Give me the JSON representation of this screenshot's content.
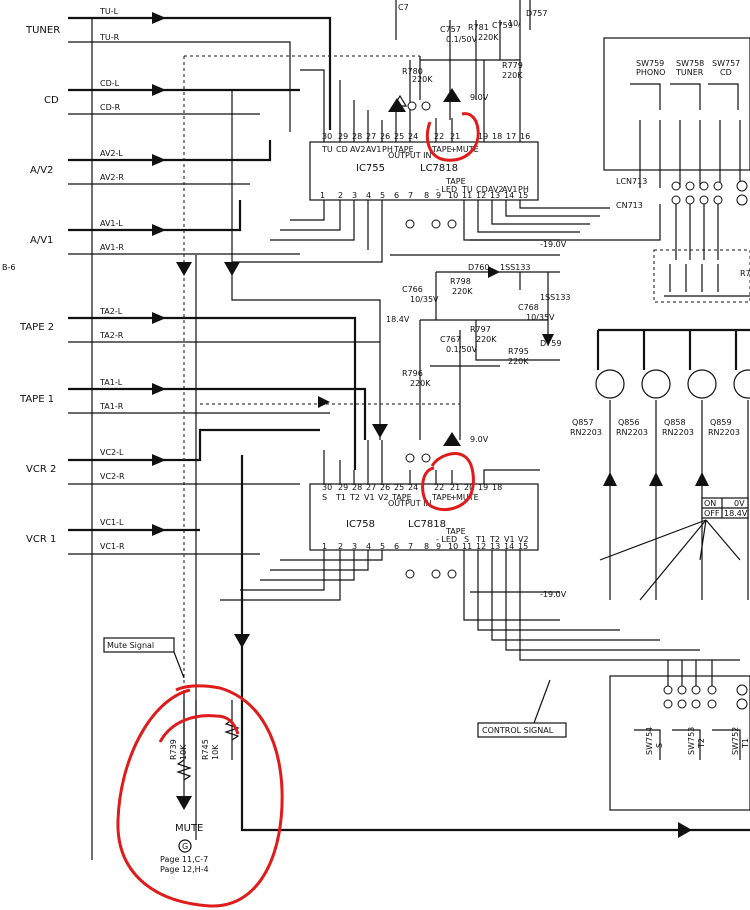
{
  "inputs": {
    "tuner": {
      "group": "TUNER",
      "l": "TU-L",
      "r": "TU-R"
    },
    "cd": {
      "group": "CD",
      "l": "CD-L",
      "r": "CD-R"
    },
    "av2": {
      "group": "A/V2",
      "l": "AV2-L",
      "r": "AV2-R"
    },
    "av1": {
      "group": "A/V1",
      "l": "AV1-L",
      "r": "AV1-R"
    },
    "tape2": {
      "group": "TAPE 2",
      "l": "TA2-L",
      "r": "TA2-R"
    },
    "tape1": {
      "group": "TAPE 1",
      "l": "TA1-L",
      "r": "TA1-R"
    },
    "vcr2": {
      "group": "VCR 2",
      "l": "VC2-L",
      "r": "VC2-R"
    },
    "vcr1": {
      "group": "VCR 1",
      "l": "VC1-L",
      "r": "VC1-R"
    }
  },
  "side_ref": "B-6",
  "ic755": {
    "name": "IC755",
    "part": "LC7818",
    "top_pins": [
      "30",
      "29",
      "28",
      "27",
      "26",
      "25",
      "24",
      "22",
      "21",
      "19",
      "18",
      "17",
      "16"
    ],
    "top_labels": [
      "TU",
      "CD",
      "AV2",
      "AV1",
      "PH",
      "TAPE",
      "",
      "TAPE",
      "+",
      "MUTE"
    ],
    "out_in": "OUTPUT IN",
    "bottom_pins": [
      "1",
      "2",
      "3",
      "4",
      "5",
      "6",
      "7",
      "8",
      "9",
      "10",
      "11",
      "12",
      "13",
      "14",
      "15"
    ],
    "bottom_labels": [
      "TAPE",
      "LED",
      "TU",
      "CD",
      "AV2",
      "AV1",
      "PH"
    ]
  },
  "ic758": {
    "name": "IC758",
    "part": "LC7818",
    "top_pins": [
      "30",
      "29",
      "28",
      "27",
      "26",
      "25",
      "24",
      "22",
      "21",
      "20",
      "19",
      "18"
    ],
    "top_labels": [
      "S",
      "T1",
      "T2",
      "V1",
      "V2",
      "TAPE",
      "",
      "TAPE",
      "+",
      "MUTE"
    ],
    "out_in": "OUTPUT IN",
    "bottom_pins": [
      "1",
      "2",
      "3",
      "4",
      "5",
      "6",
      "7",
      "8",
      "9",
      "10",
      "11",
      "12",
      "13",
      "14",
      "15"
    ],
    "bottom_labels": [
      "TAPE",
      "LED",
      "S",
      "T1",
      "T2",
      "V1",
      "V2"
    ]
  },
  "components": {
    "c757": "C757",
    "c757v": "0.1/50V",
    "r781": "R781",
    "r781v": "220K",
    "r780": "R780",
    "r780v": "220K",
    "r779": "R779",
    "r779v": "220K",
    "c759": "C759",
    "c759v": "10/",
    "d757": "D757",
    "c7": "C7",
    "d760": "D760",
    "d760v": "1SS133",
    "c766": "C766",
    "c766v": "10/35V",
    "r798": "R798",
    "r798v": "220K",
    "c768": "C768",
    "c768v": "10/35V",
    "r797": "R797",
    "r797v": "220K",
    "c767": "C767",
    "c767v": "0.1/50V",
    "r795": "R795",
    "r795v": "220K",
    "r796": "R796",
    "r796v": "220K",
    "d759": "D759",
    "d759v": "1SS133",
    "r739": "R739",
    "r739v": "10K",
    "r745": "R745",
    "r745v": "10K"
  },
  "voltages": {
    "v9a": "9.0V",
    "v9b": "9.0V",
    "vn19a": "-19.0V",
    "vn19b": "-19.0V",
    "v184": "18.4V"
  },
  "switches": {
    "sw759": "SW759",
    "sw759f": "PHONO",
    "sw758": "SW758",
    "sw758f": "TUNER",
    "sw757": "SW757",
    "sw757f": "CD",
    "sw754": "SW754",
    "sw754f": "S",
    "sw753": "SW753",
    "sw753f": "T2",
    "sw752": "SW752",
    "sw752f": "T1"
  },
  "connectors": {
    "lcn713": "LCN713",
    "cn713": "CN713",
    "r7": "R7"
  },
  "transistors": [
    {
      "ref": "Q857",
      "part": "RN2203"
    },
    {
      "ref": "Q856",
      "part": "RN2203"
    },
    {
      "ref": "Q858",
      "part": "RN2203"
    },
    {
      "ref": "Q859",
      "part": "RN2203"
    }
  ],
  "table": {
    "on": "ON",
    "on_v": "0V",
    "off": "OFF",
    "off_v": "18.4V"
  },
  "mute_signal": "Mute Signal",
  "control_signal": "CONTROL SIGNAL",
  "mute": {
    "label": "MUTE",
    "terminal": "G",
    "ref1": "Page 11,C-7",
    "ref2": "Page 12,H-4"
  },
  "colors": {
    "ink": "#111111",
    "annotation": "#e01b1b"
  }
}
